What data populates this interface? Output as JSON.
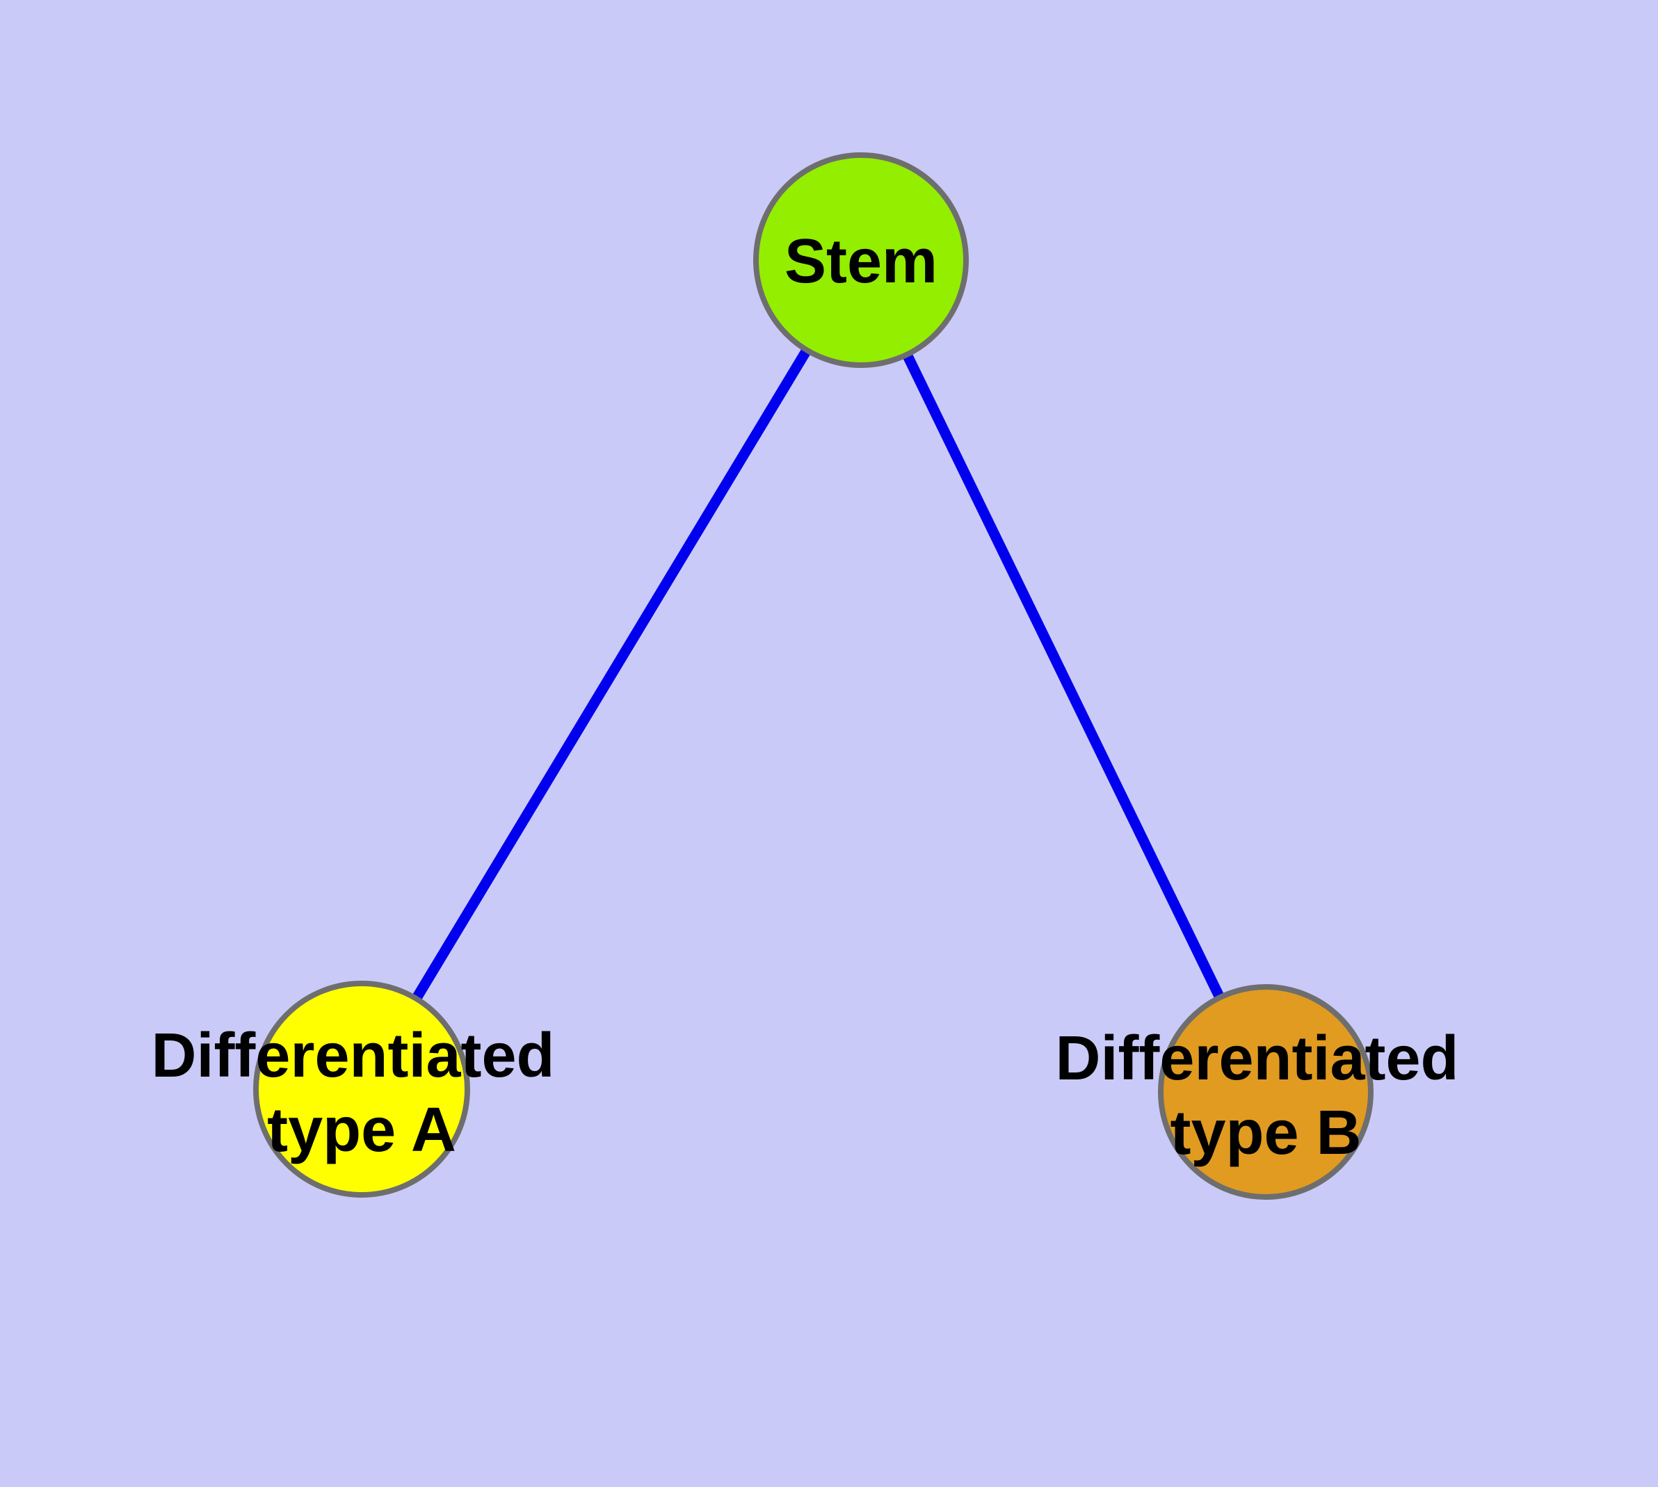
{
  "diagram": {
    "background_color": "#CACAF8",
    "edge_color": "#0000EE",
    "node_border_color": "#6E6E6E",
    "text_color": "#000000",
    "nodes": {
      "stem": {
        "label": "Stem",
        "fill": "#94EE00"
      },
      "type_a": {
        "label_line1": "Differentiated",
        "label_line2": "type A",
        "fill": "#FFFF00"
      },
      "type_b": {
        "label_line1": "Differentiated",
        "label_line2": "type B",
        "fill": "#E09B20"
      }
    },
    "edges": [
      {
        "from": "Stem",
        "to": "Differentiated type A"
      },
      {
        "from": "Stem",
        "to": "Differentiated type B"
      }
    ]
  }
}
